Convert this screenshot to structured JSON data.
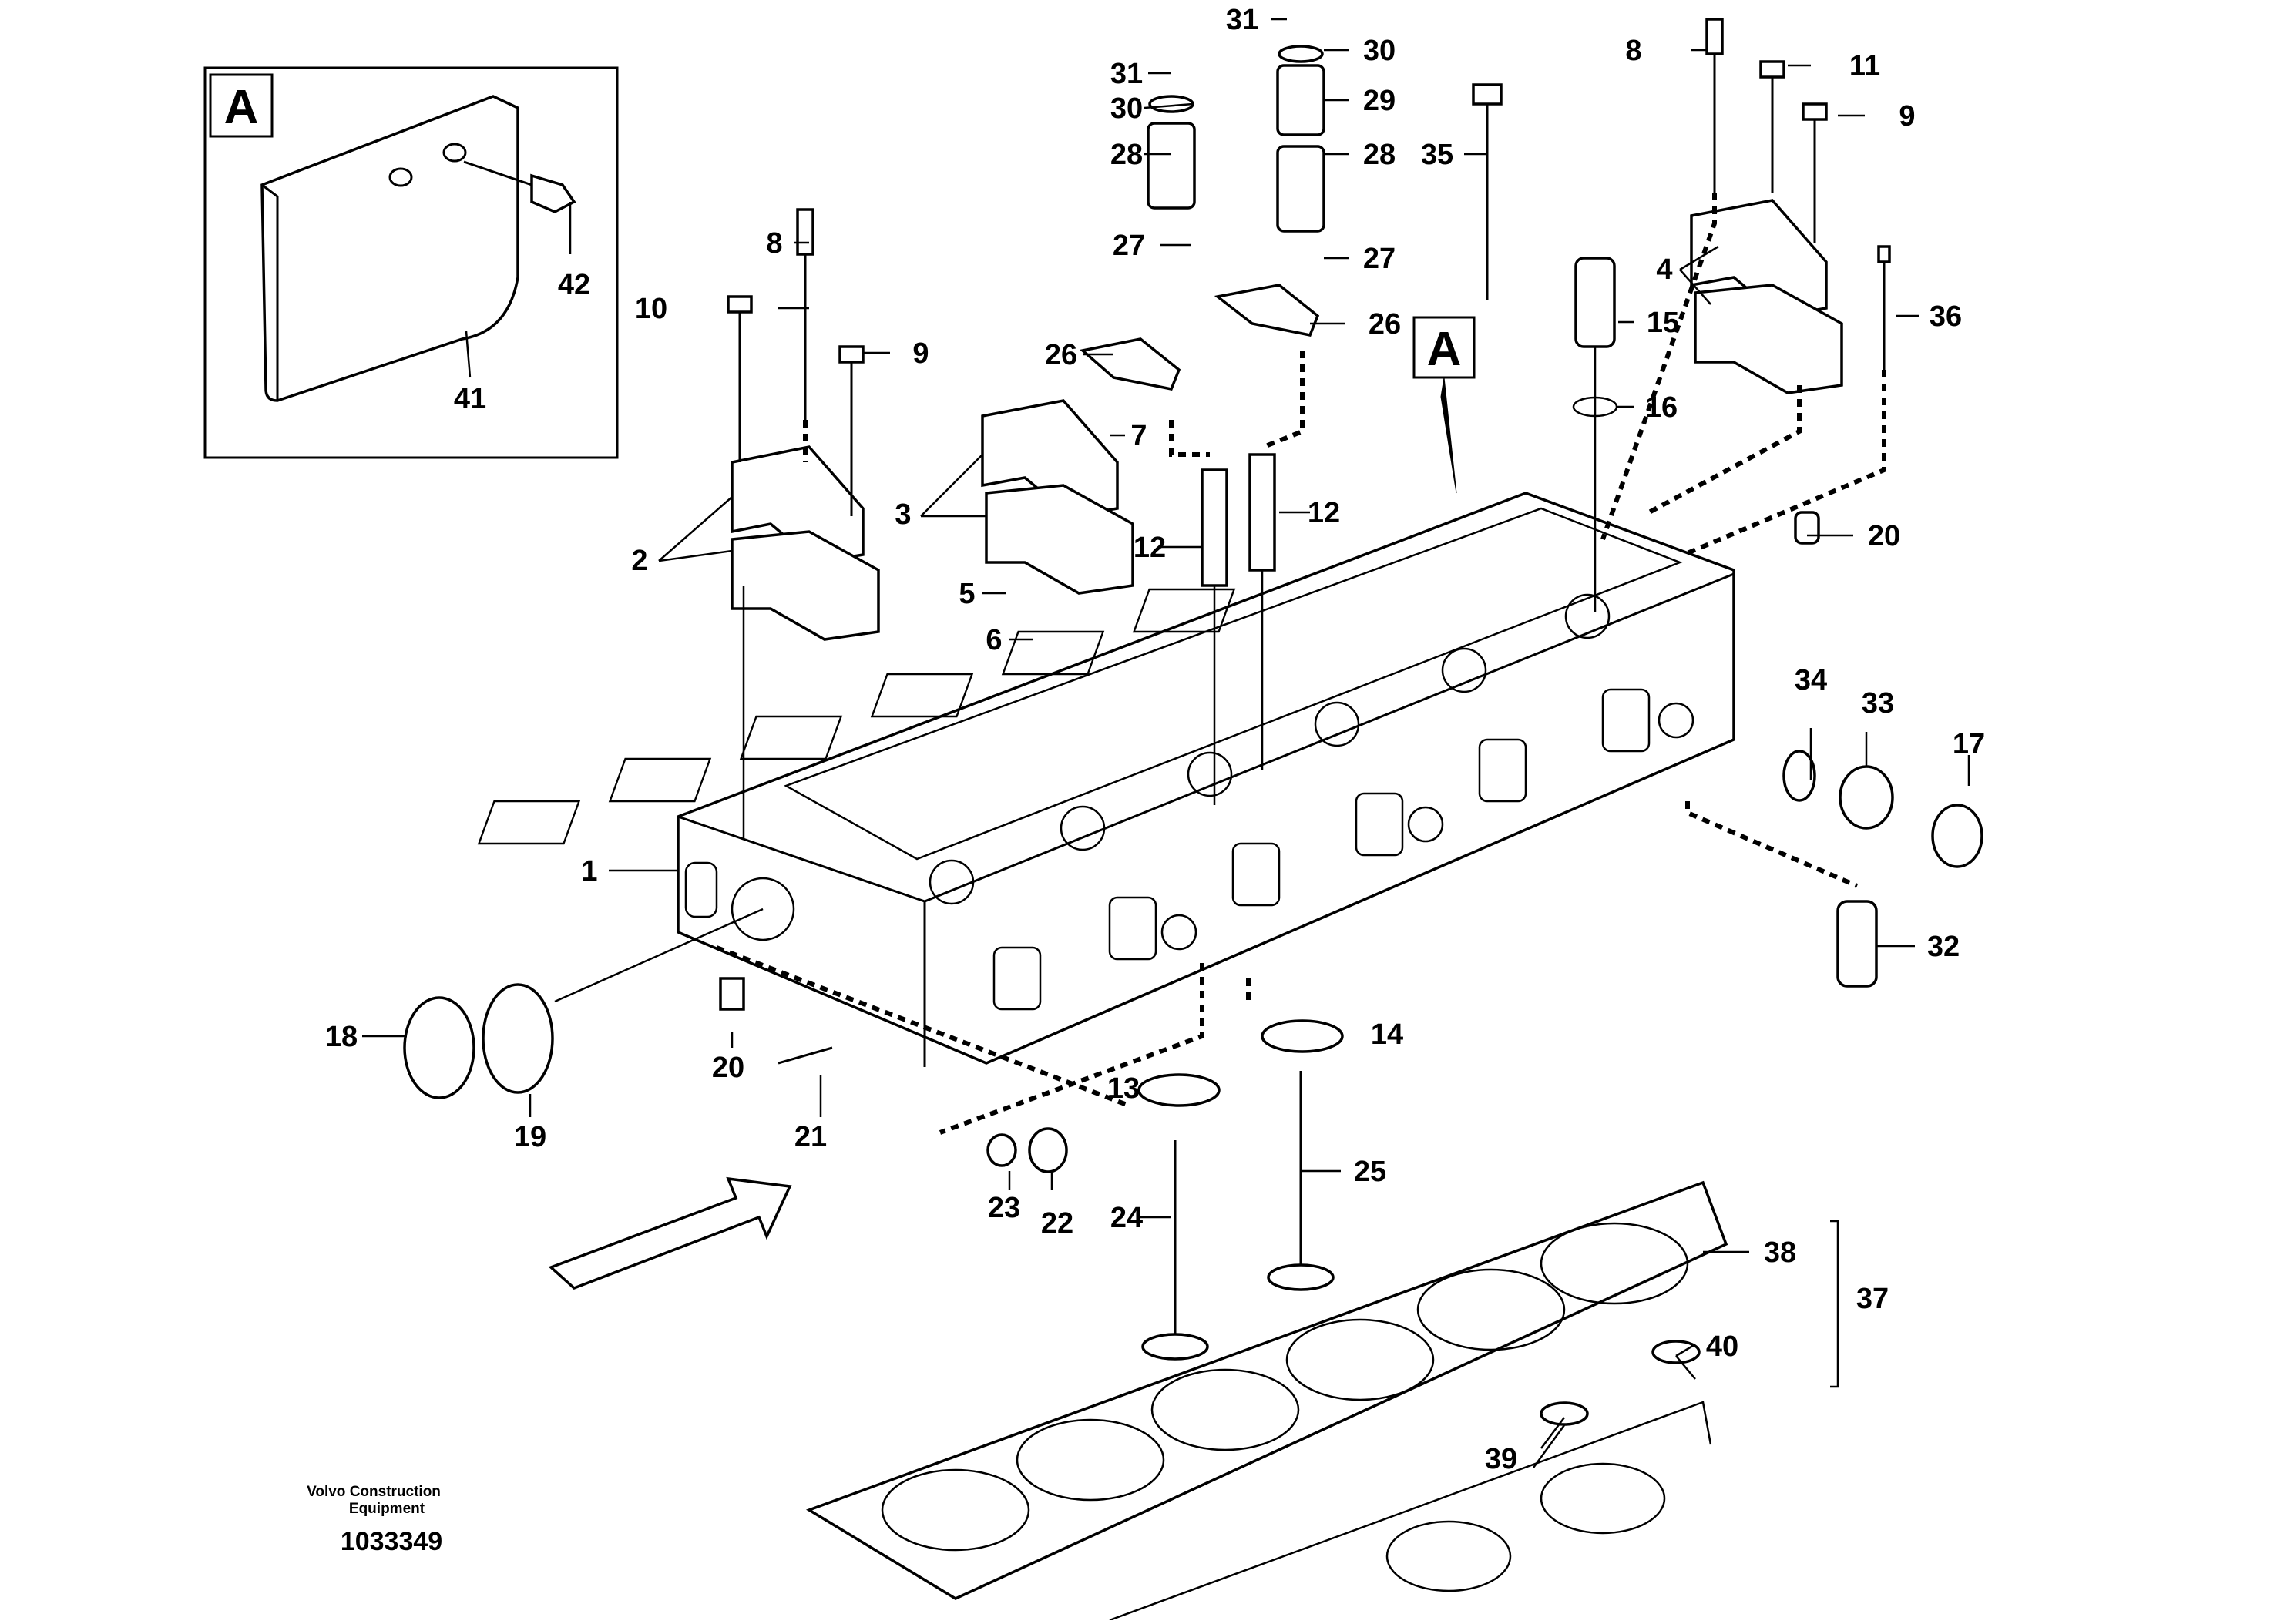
{
  "publisher": {
    "line1": "Volvo Construction",
    "line2": "Equipment"
  },
  "drawing_number": "1033349",
  "detail_view": {
    "marker": "A",
    "callouts": [
      "42",
      "41"
    ]
  },
  "view_marker": "A",
  "callouts": [
    "1",
    "2",
    "3",
    "4",
    "5",
    "6",
    "7",
    "8",
    "8",
    "9",
    "9",
    "10",
    "11",
    "12",
    "12",
    "13",
    "14",
    "15",
    "16",
    "17",
    "18",
    "19",
    "20",
    "20",
    "21",
    "22",
    "23",
    "24",
    "25",
    "26",
    "26",
    "27",
    "27",
    "28",
    "28",
    "29",
    "30",
    "30",
    "31",
    "31",
    "32",
    "33",
    "34",
    "35",
    "36",
    "37",
    "38",
    "39",
    "40"
  ]
}
